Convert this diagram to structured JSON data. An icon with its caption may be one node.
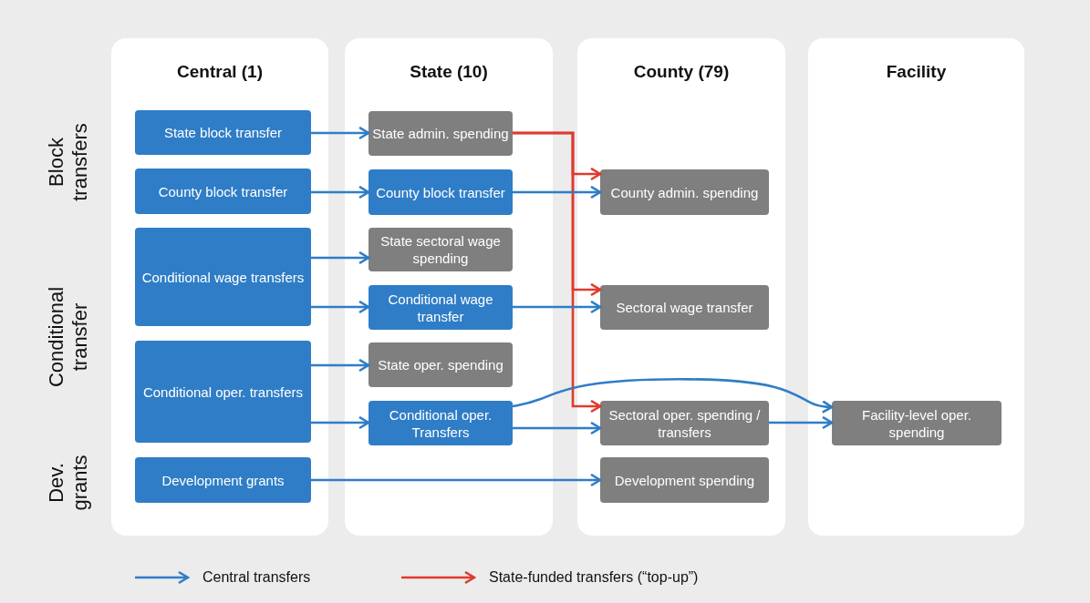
{
  "diagram": {
    "nodes": [
      {
        "text": [
          "Central (1)"
        ]
      },
      {
        "text": [
          "State block transfer"
        ],
        "in": 0
      },
      {
        "text": [
          "County block transfer"
        ],
        "in": 0
      },
      {
        "text": [
          "Conditional wage transfers"
        ],
        "in": 0
      },
      {
        "text": [
          "Conditional oper. transfers"
        ],
        "in": 0
      },
      {
        "text": [
          "Development grants"
        ],
        "in": 0
      },
      {
        "text": [
          "State (10)"
        ]
      },
      {
        "text": [
          "State admin. spending"
        ],
        "in": 6
      },
      {
        "text": [
          "County block transfer"
        ],
        "in": 6
      },
      {
        "text": [
          "State sectoral wage spending"
        ],
        "in": 6
      },
      {
        "text": [
          "Conditional wage transfer"
        ],
        "in": 6
      },
      {
        "text": [
          "State oper. spending"
        ],
        "in": 6
      },
      {
        "text": [
          "Conditional oper. Transfers"
        ],
        "in": 6
      },
      {
        "text": [
          "County (79)"
        ]
      },
      {
        "text": [
          "County admin. spending"
        ],
        "in": 13
      },
      {
        "text": [
          "Sectoral wage transfer"
        ],
        "in": 13
      },
      {
        "text": [
          "Sectoral oper. spending / transfers"
        ],
        "in": 13
      },
      {
        "text": [
          "Development spending"
        ],
        "in": 13
      },
      {
        "text": [
          "Facility"
        ]
      },
      {
        "text": [
          "Facility-level oper. spending"
        ],
        "in": 18
      }
    ],
    "edges": [
      {
        "from": 1,
        "to": 7,
        "arrow": "to"
      },
      {
        "from": 2,
        "to": 8,
        "arrow": "to"
      },
      {
        "from": 3,
        "to": 9,
        "arrow": "to"
      },
      {
        "from": 3,
        "to": 10,
        "arrow": "to"
      },
      {
        "from": 4,
        "to": 11,
        "arrow": "to"
      },
      {
        "from": 4,
        "to": 12,
        "arrow": "to"
      },
      {
        "from": 5,
        "to": 17,
        "arrow": "to"
      },
      {
        "from": 7,
        "to": 14,
        "arrow": "to",
        "color": "#e03a2e"
      },
      {
        "from": 7,
        "to": 15,
        "arrow": "to",
        "color": "#e03a2e"
      },
      {
        "from": 7,
        "to": 16,
        "arrow": "to",
        "color": "#e03a2e"
      },
      {
        "from": 8,
        "to": 14,
        "arrow": "to"
      },
      {
        "from": 10,
        "to": 15,
        "arrow": "to"
      },
      {
        "from": 12,
        "to": 16,
        "arrow": "to"
      },
      {
        "from": 12,
        "to": 19,
        "arrow": "to"
      },
      {
        "from": 16,
        "to": 19,
        "arrow": "to"
      }
    ],
    "labels": [
      "Block transfers",
      "Conditional transfer",
      "Dev. grants"
    ],
    "legend": [
      {
        "text": "Central transfers"
      },
      {
        "text": "State-funded transfers (“top-up”)"
      }
    ]
  }
}
